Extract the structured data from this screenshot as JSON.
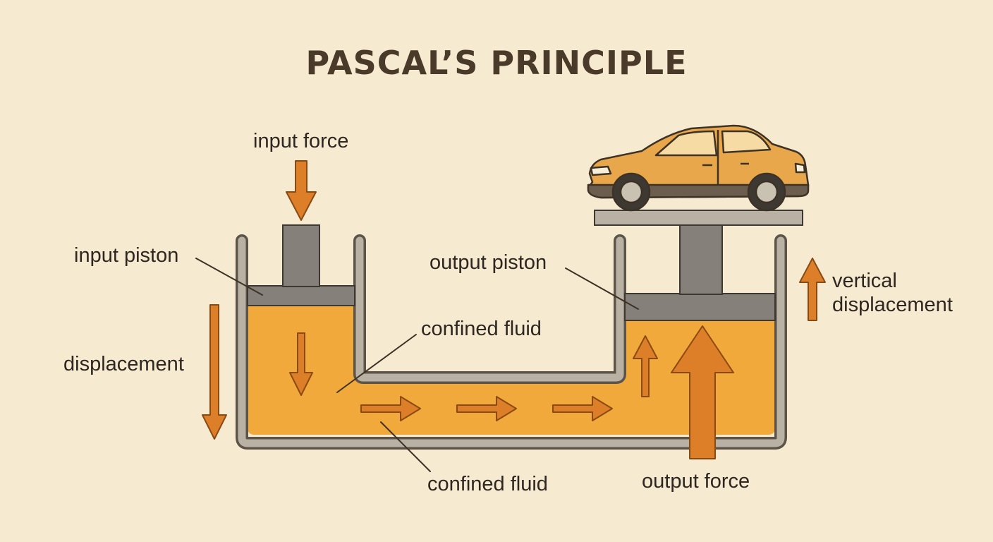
{
  "title": "PASCAL’S PRINCIPLE",
  "labels": {
    "input_force": "input force",
    "input_piston": "input piston",
    "displacement": "displacement",
    "output_piston": "output piston",
    "confined_fluid_upper": "confined fluid",
    "confined_fluid_lower": "confined fluid",
    "vertical_line1": "vertical",
    "vertical_line2": "displacement",
    "output_force": "output force"
  },
  "colors": {
    "background": "#f6ebd0",
    "fluid": "#f0a93a",
    "arrow": "#dd7f28",
    "arrow_outline": "#8a4a14",
    "container": "#b9b2a4",
    "piston": "#8a8378",
    "car": "#e8a74a",
    "text": "#2e2620"
  },
  "icons": [
    "car-icon",
    "arrow-down-icon",
    "arrow-up-icon",
    "arrow-right-icon"
  ]
}
